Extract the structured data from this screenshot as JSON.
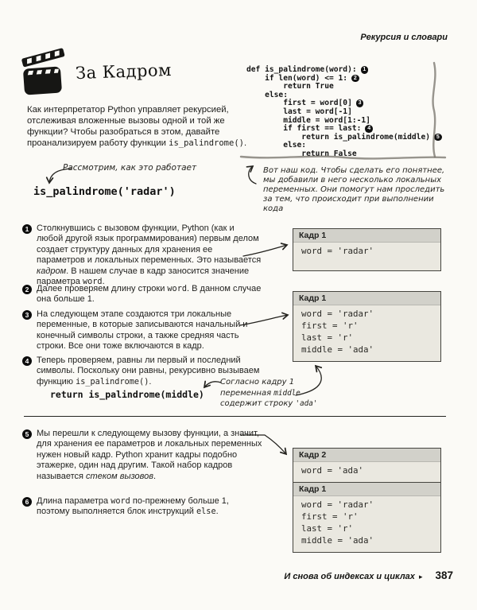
{
  "header": {
    "title": "Рекурсия и словари"
  },
  "behind_scenes": {
    "title": "За Кадром",
    "icon": "clapperboard-icon"
  },
  "intro_runs": [
    {
      "t": "Как интерпретатор Python управляет рекурсией, отслеживая вложенные вызовы одной и той же функции? Чтобы разобраться в этом, давайте проанализируем работу функции ",
      "s": "plain"
    },
    {
      "t": "is_palindrome()",
      "s": "code"
    },
    {
      "t": ".",
      "s": "plain"
    }
  ],
  "annotations": {
    "consider": "Рассмотрим, как это работает",
    "our_code": "Вот наш код. Чтобы сделать его понятнее, мы добавили в него несколько локальных переменных. Они помогут нам проследить за тем, что происходит при выполнении кода",
    "frame1_note_runs": [
      {
        "t": "Согласно кадру 1 переменная ",
        "s": "plain"
      },
      {
        "t": "middle",
        "s": "code"
      },
      {
        "t": " содержит строку ",
        "s": "plain"
      },
      {
        "t": "'ada'",
        "s": "code"
      }
    ]
  },
  "call_example": "is_palindrome('radar')",
  "code_block": {
    "lines": [
      {
        "i": 0,
        "t": "def is_palindrome(word):",
        "n": "1"
      },
      {
        "i": 1,
        "t": "if len(word) <= 1:",
        "n": "2"
      },
      {
        "i": 2,
        "t": "return True",
        "n": ""
      },
      {
        "i": 1,
        "t": "else:",
        "n": ""
      },
      {
        "i": 2,
        "t": "first = word[0]",
        "n": "3"
      },
      {
        "i": 2,
        "t": "last = word[-1]",
        "n": ""
      },
      {
        "i": 2,
        "t": "middle = word[1:-1]",
        "n": ""
      },
      {
        "i": 2,
        "t": "if first == last:",
        "n": "4"
      },
      {
        "i": 3,
        "t": "return is_palindrome(middle)",
        "n": "5"
      },
      {
        "i": 2,
        "t": "else:",
        "n": ""
      },
      {
        "i": 3,
        "t": "return False",
        "n": ""
      }
    ]
  },
  "steps_top": [
    {
      "num": "1",
      "runs": [
        {
          "t": "Столкнувшись с вызовом функции, Python (как и любой другой язык программирования) первым делом создает структуру данных для хранения ее параметров и локальных переменных. Это называется ",
          "s": "plain"
        },
        {
          "t": "кадром",
          "s": "italic"
        },
        {
          "t": ". В нашем случае в кадр заносится значение параметра ",
          "s": "plain"
        },
        {
          "t": "word",
          "s": "code"
        },
        {
          "t": ".",
          "s": "plain"
        }
      ]
    },
    {
      "num": "2",
      "runs": [
        {
          "t": "Далее проверяем длину строки ",
          "s": "plain"
        },
        {
          "t": "word",
          "s": "code"
        },
        {
          "t": ". В данном случае она больше 1.",
          "s": "plain"
        }
      ]
    },
    {
      "num": "3",
      "runs": [
        {
          "t": "На следующем этапе создаются три локальные переменные, в которые записываются начальный и конечный символы строки, а также средняя часть строки. Все они тоже включаются в кадр.",
          "s": "plain"
        }
      ]
    },
    {
      "num": "4",
      "runs": [
        {
          "t": "Теперь проверяем, равны ли первый и последний символы. Поскольку они равны, рекурсивно вызываем функцию ",
          "s": "plain"
        },
        {
          "t": "is_palindrome()",
          "s": "code"
        },
        {
          "t": ".",
          "s": "plain"
        }
      ]
    }
  ],
  "return_line": "return is_palindrome(middle)",
  "steps_bottom": [
    {
      "num": "5",
      "runs": [
        {
          "t": "Мы перешли к следующему вызову функции, а значит, для хранения ее параметров и локальных переменных нужен новый кадр. Python хранит кадры подобно этажерке, один над другим. Такой набор кадров называется ",
          "s": "plain"
        },
        {
          "t": "стеком вызовов",
          "s": "italic"
        },
        {
          "t": ".",
          "s": "plain"
        }
      ]
    },
    {
      "num": "6",
      "runs": [
        {
          "t": "Длина параметра ",
          "s": "plain"
        },
        {
          "t": "word",
          "s": "code"
        },
        {
          "t": " по-прежнему больше 1, поэтому выполняется блок инструкций ",
          "s": "plain"
        },
        {
          "t": "else",
          "s": "code"
        },
        {
          "t": ".",
          "s": "plain"
        }
      ]
    }
  ],
  "frames": {
    "frame_a": {
      "title": "Кадр 1",
      "vars": [
        "word = 'radar'"
      ]
    },
    "frame_b": {
      "title": "Кадр 1",
      "vars": [
        "word = 'radar'",
        "first = 'r'",
        "last = 'r'",
        "middle = 'ada'"
      ]
    },
    "stack": [
      {
        "title": "Кадр 2",
        "vars": [
          "word = 'ada'"
        ]
      },
      {
        "title": "Кадр 1",
        "vars": [
          "word = 'radar'",
          "first = 'r'",
          "last = 'r'",
          "middle = 'ada'"
        ]
      }
    ]
  },
  "footer": {
    "text": "И снова об индексах и циклах",
    "arrow": "▸",
    "page_number": "387"
  },
  "colors": {
    "badge_bg": "#0c0c0c",
    "frame_header": "#d2d1ca",
    "frame_body": "#eae8e0",
    "text": "#1c1c1a"
  }
}
